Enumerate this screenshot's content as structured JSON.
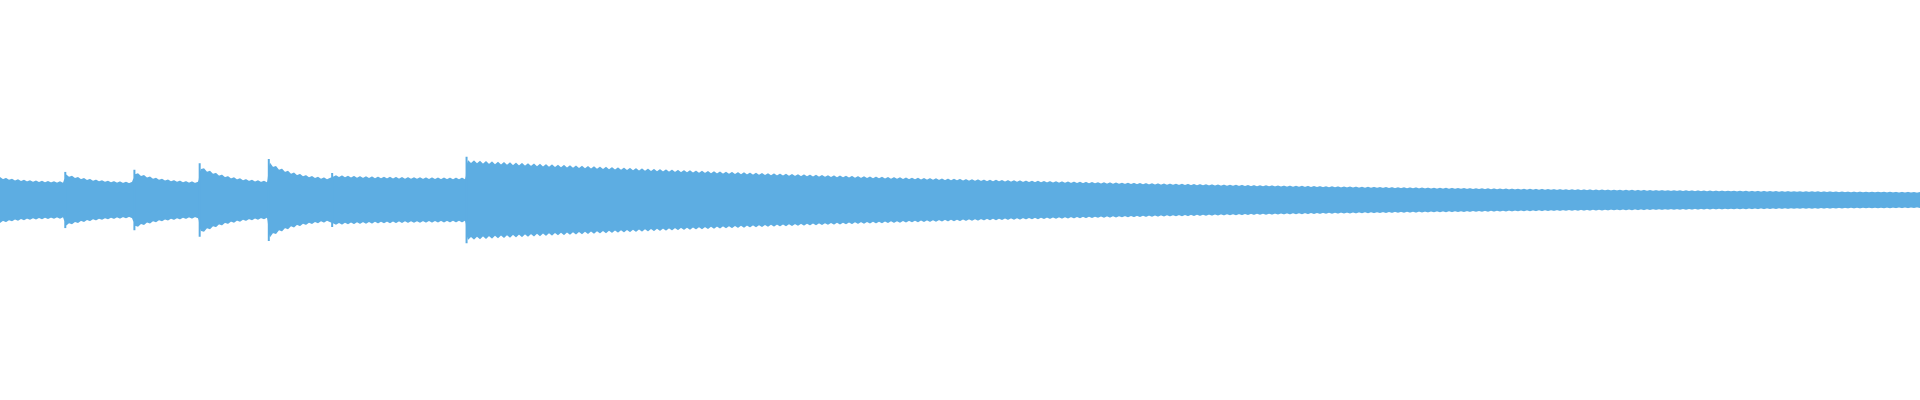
{
  "waveform": {
    "color": "#5dade2",
    "background": "#ffffff",
    "segments": [
      {
        "start": 0.0,
        "end": 0.034,
        "attack": 0.115,
        "decay": 0.09
      },
      {
        "start": 0.034,
        "end": 0.07,
        "attack": 0.13,
        "decay": 0.085
      },
      {
        "start": 0.07,
        "end": 0.104,
        "attack": 0.14,
        "decay": 0.085
      },
      {
        "start": 0.104,
        "end": 0.14,
        "attack": 0.17,
        "decay": 0.085
      },
      {
        "start": 0.14,
        "end": 0.173,
        "attack": 0.19,
        "decay": 0.1
      },
      {
        "start": 0.173,
        "end": 0.243,
        "attack": 0.125,
        "decay": 0.11
      },
      {
        "start": 0.243,
        "end": 1.0,
        "attack": 0.2,
        "decay": 0.02
      }
    ]
  }
}
